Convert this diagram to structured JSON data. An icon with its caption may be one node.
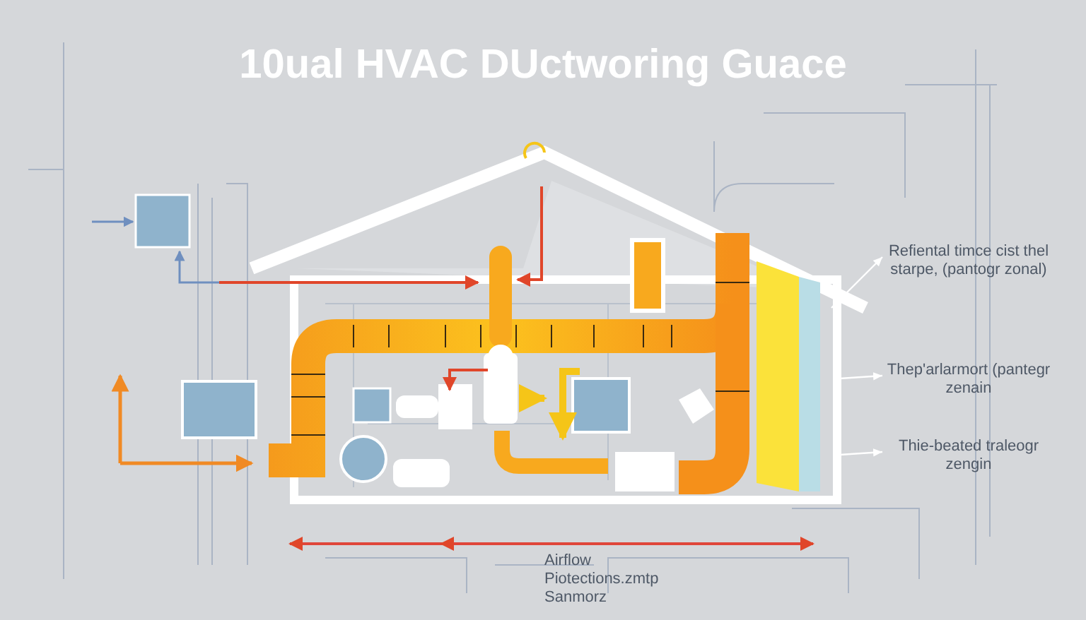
{
  "diagram": {
    "title": "10ual HVAC DUctworing Guace",
    "nodes": [
      {
        "text": [
          "Refiental timce cist thel starpe, (pantogr zonal)"
        ]
      },
      {
        "text": [
          "Thep'arlarmort (pantegr zenain"
        ]
      },
      {
        "text": [
          "Thie-beated traleogr zengin"
        ]
      }
    ],
    "edges": [
      {
        "from": null,
        "to": 0,
        "arrow": "to"
      },
      {
        "from": null,
        "to": 1,
        "arrow": "to"
      },
      {
        "from": null,
        "to": 2,
        "arrow": "to"
      }
    ],
    "labels": [
      "Airflow Piotections.zmtp Sanmorz"
    ]
  }
}
